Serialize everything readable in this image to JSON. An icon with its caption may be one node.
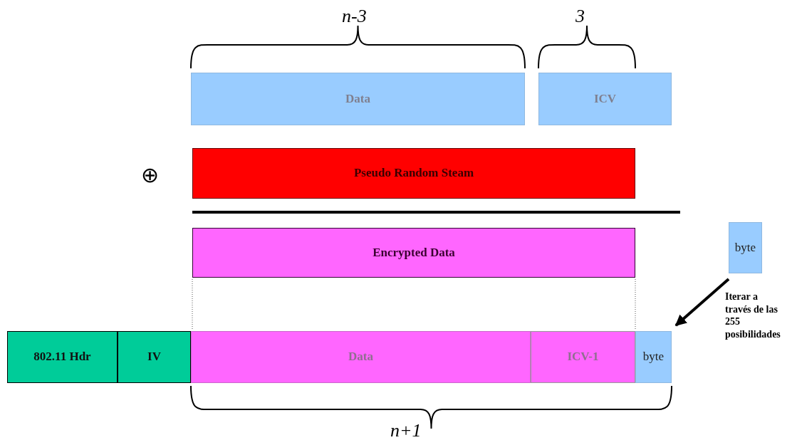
{
  "diagram": {
    "nodes": [
      {
        "text": [
          "Data"
        ]
      },
      {
        "text": [
          "ICV"
        ]
      },
      {
        "text": [
          "Pseudo Random Steam"
        ]
      },
      {
        "text": [
          "Encrypted Data"
        ]
      },
      {
        "text": [
          "byte"
        ]
      },
      {
        "text": [
          "802.11 Hdr"
        ]
      },
      {
        "text": [
          "IV"
        ]
      },
      {
        "text": [
          "Data"
        ]
      },
      {
        "text": [
          "ICV-1"
        ]
      },
      {
        "text": [
          "byte"
        ]
      }
    ],
    "edges": [
      {
        "from": 4,
        "to": 9,
        "arrow": "to"
      }
    ],
    "labels": [
      "n-3",
      "3",
      "⊕",
      "Iterar a través de las 255 posibilidades",
      "n+1"
    ]
  }
}
